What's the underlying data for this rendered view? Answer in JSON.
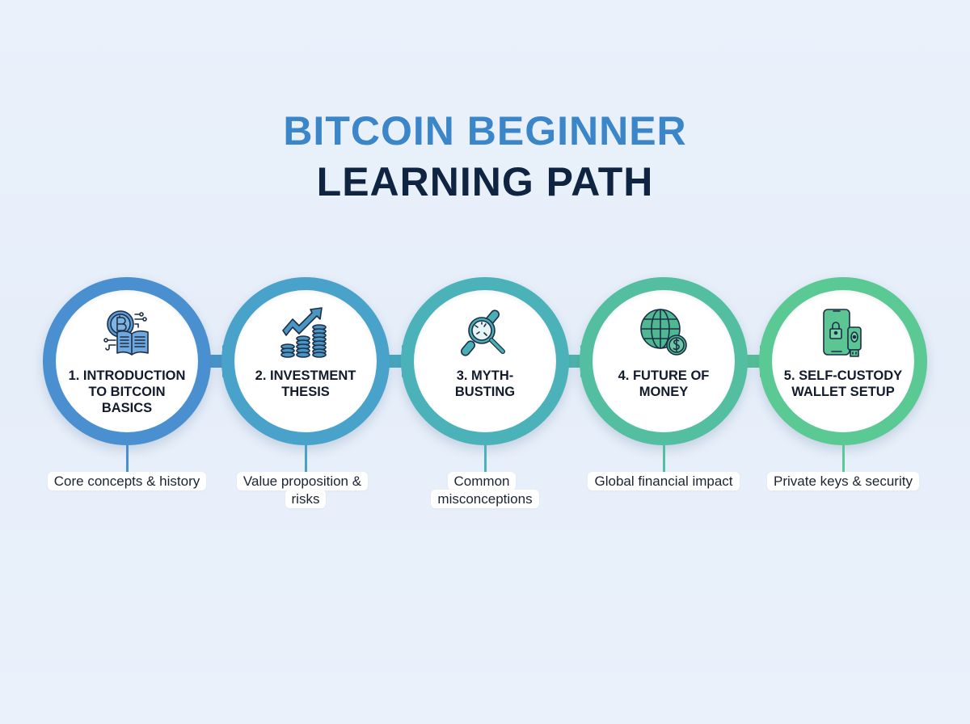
{
  "title": {
    "line1": "BITCOIN BEGINNER",
    "line2": "LEARNING PATH",
    "line1_color": "#3a86c8",
    "line2_color": "#0f2440"
  },
  "steps": [
    {
      "number": 1,
      "title": "1. INTRODUCTION\nTO BITCOIN\nBASICS",
      "description": "Core concepts & history",
      "icon": "bitcoin-book-icon",
      "color": "#4a8fd0"
    },
    {
      "number": 2,
      "title": "2. INVESTMENT\nTHESIS",
      "description": "Value proposition & risks",
      "icon": "growth-chart-coins-icon",
      "color": "#49a2c9"
    },
    {
      "number": 3,
      "title": "3. MYTH-\nBUSTING",
      "description": "Common misconceptions",
      "icon": "broken-chain-magnifier-icon",
      "color": "#4ab2b8"
    },
    {
      "number": 4,
      "title": "4. FUTURE OF\nMONEY",
      "description": "Global financial impact",
      "icon": "globe-dollar-icon",
      "color": "#53bfa0"
    },
    {
      "number": 5,
      "title": "5. SELF-CUSTODY\nWALLET SETUP",
      "description": "Private keys & security",
      "icon": "phone-lock-hardware-wallet-icon",
      "color": "#5bc993"
    }
  ],
  "background_color": "#e9f0fa"
}
